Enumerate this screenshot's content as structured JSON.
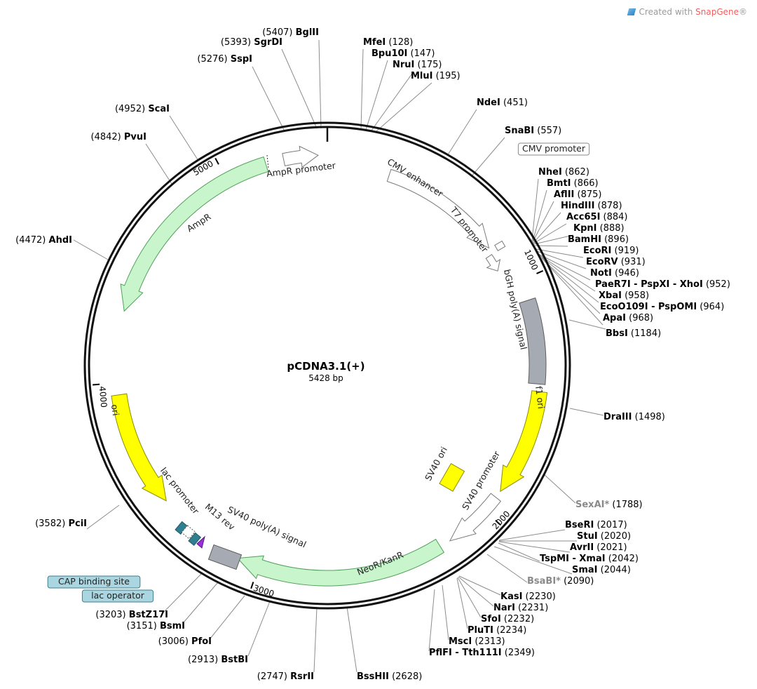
{
  "credit": {
    "prefix": "Created with ",
    "brand": "SnapGene",
    "suffix": "®"
  },
  "plasmid": {
    "name": "pCDNA3.1(+)",
    "length_label": "5428 bp"
  },
  "ticks": [
    "1000",
    "2000",
    "3000",
    "4000",
    "5000"
  ],
  "sites": [
    {
      "name": "BglII",
      "pos": "(5407)"
    },
    {
      "name": "SgrDI",
      "pos": "(5393)"
    },
    {
      "name": "SspI",
      "pos": "(5276)"
    },
    {
      "name": "ScaI",
      "pos": "(4952)"
    },
    {
      "name": "PvuI",
      "pos": "(4842)"
    },
    {
      "name": "AhdI",
      "pos": "(4472)"
    },
    {
      "name": "MfeI",
      "pos": "(128)"
    },
    {
      "name": "Bpu10I",
      "pos": "(147)"
    },
    {
      "name": "NruI",
      "pos": "(175)"
    },
    {
      "name": "MluI",
      "pos": "(195)"
    },
    {
      "name": "NdeI",
      "pos": "(451)"
    },
    {
      "name": "SnaBI",
      "pos": "(557)"
    },
    {
      "name": "NheI",
      "pos": "(862)"
    },
    {
      "name": "BmtI",
      "pos": "(866)"
    },
    {
      "name": "AflII",
      "pos": "(875)"
    },
    {
      "name": "HindIII",
      "pos": "(878)"
    },
    {
      "name": "Acc65I",
      "pos": "(884)"
    },
    {
      "name": "KpnI",
      "pos": "(888)"
    },
    {
      "name": "BamHI",
      "pos": "(896)"
    },
    {
      "name": "EcoRI",
      "pos": "(919)"
    },
    {
      "name": "EcoRV",
      "pos": "(931)"
    },
    {
      "name": "NotI",
      "pos": "(946)"
    },
    {
      "name": "PaeR7I - PspXI - XhoI",
      "pos": "(952)"
    },
    {
      "name": "XbaI",
      "pos": "(958)"
    },
    {
      "name": "EcoO109I - PspOMI",
      "pos": "(964)"
    },
    {
      "name": "ApaI",
      "pos": "(968)"
    },
    {
      "name": "BbsI",
      "pos": "(1184)"
    },
    {
      "name": "DraIII",
      "pos": "(1498)"
    },
    {
      "name": "SexAI*",
      "pos": "(1788)"
    },
    {
      "name": "BseRI",
      "pos": "(2017)"
    },
    {
      "name": "StuI",
      "pos": "(2020)"
    },
    {
      "name": "AvrII",
      "pos": "(2021)"
    },
    {
      "name": "TspMI - XmaI",
      "pos": "(2042)"
    },
    {
      "name": "SmaI",
      "pos": "(2044)"
    },
    {
      "name": "BsaBI*",
      "pos": "(2090)"
    },
    {
      "name": "KasI",
      "pos": "(2230)"
    },
    {
      "name": "NarI",
      "pos": "(2231)"
    },
    {
      "name": "SfoI",
      "pos": "(2232)"
    },
    {
      "name": "PluTI",
      "pos": "(2234)"
    },
    {
      "name": "MscI",
      "pos": "(2313)"
    },
    {
      "name": "PflFI - Tth111I",
      "pos": "(2349)"
    },
    {
      "name": "BssHII",
      "pos": "(2628)"
    },
    {
      "name": "RsrII",
      "pos": "(2747)"
    },
    {
      "name": "BstBI",
      "pos": "(2913)"
    },
    {
      "name": "PfoI",
      "pos": "(3006)"
    },
    {
      "name": "BsmI",
      "pos": "(3151)"
    },
    {
      "name": "BstZ17I",
      "pos": "(3203)"
    },
    {
      "name": "PciI",
      "pos": "(3582)"
    }
  ],
  "features": [
    {
      "label": "CMV enhancer"
    },
    {
      "label": "CMV promoter"
    },
    {
      "label": "T7 promoter"
    },
    {
      "label": "bGH poly(A) signal"
    },
    {
      "label": "f1 ori"
    },
    {
      "label": "SV40 promoter"
    },
    {
      "label": "SV40 ori"
    },
    {
      "label": "NeoR/KanR"
    },
    {
      "label": "SV40 poly(A) signal"
    },
    {
      "label": "M13 rev"
    },
    {
      "label": "lac promoter"
    },
    {
      "label": "CAP binding site"
    },
    {
      "label": "lac operator"
    },
    {
      "label": "ori"
    },
    {
      "label": "AmpR"
    },
    {
      "label": "AmpR promoter"
    }
  ]
}
